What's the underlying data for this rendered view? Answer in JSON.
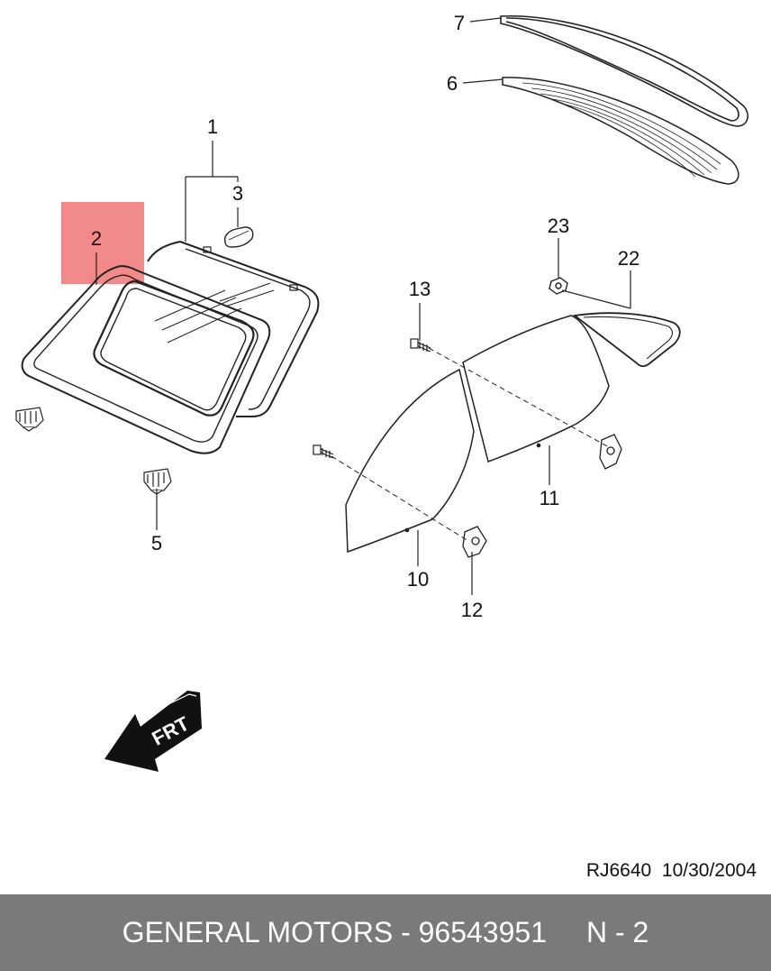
{
  "callouts": {
    "c1": "1",
    "c2": "2",
    "c3": "3",
    "c5": "5",
    "c6": "6",
    "c7": "7",
    "c10": "10",
    "c11": "11",
    "c12": "12",
    "c13": "13",
    "c22": "22",
    "c23": "23"
  },
  "highlight": {
    "part": "2",
    "color": "#f07070"
  },
  "direction_arrow": {
    "label": "FRT"
  },
  "reference": {
    "code": "RJ6640",
    "date": "10/30/2004"
  },
  "footer": {
    "brand_part": "GENERAL MOTORS - 96543951",
    "page": "N - 2",
    "background": "#7a7a7a"
  }
}
